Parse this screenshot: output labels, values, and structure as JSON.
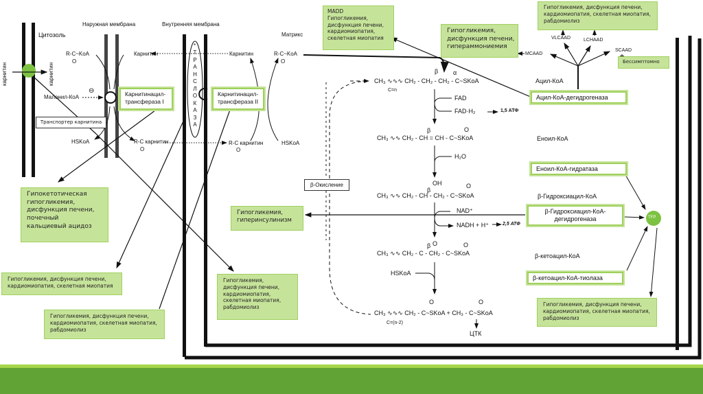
{
  "labels": {
    "cytosol": "Цитозоль",
    "outer_membrane": "Наружная мембрана",
    "inner_membrane": "Внутренняя мембрана",
    "matrix": "Матрикс",
    "carnitine_left_out": "карнитин",
    "carnitine_left_in": "карнитин",
    "acyl_coa_cyto": "R-C~KoA",
    "acyl_coa_cyto_o": "O",
    "carnitine_cyto": "Карнитин",
    "malonyl_coa": "Малонил-КоА",
    "inhibit_sign": "⊖",
    "transporter": "Транспортер карнитина",
    "hskoa_cyto": "HSKoA",
    "acylcarnitine_cyto": "R-C карнитин",
    "acylcarnitine_cyto_o": "O",
    "translocase": "ТРАНСЛОКАЗА",
    "translocase_star": "*",
    "carnitine_matrix": "Карнитин",
    "acyl_coa_matrix": "R-C~KoA",
    "acyl_coa_matrix_o": "O",
    "acylcarnitine_matrix": "R-C карнитин",
    "acylcarnitine_matrix_o": "O",
    "hskoa_matrix": "HSKoA",
    "beta_oxidation": "β-Окисление"
  },
  "enzymes": {
    "cpt1": [
      "Карнитинацил-",
      "трансфераза I"
    ],
    "cpt2": [
      "Карнитинацил-",
      "трансфераза II"
    ],
    "acyl_dh": "Ацил-КоА-дегидрогеназа",
    "enoyl_hydratase": "Еноил-КоА-гидратаза",
    "hydroxyacyl_dh": [
      "β-Гидроксиацил-КоА-",
      "дегидрогеназа"
    ],
    "thiolase": "β-кетоацил-КоА-тиолаза",
    "tfp": "TFP"
  },
  "intermediates": {
    "acyl_coa": "Ацил-КоА",
    "enoyl_coa": "Еноил-КоА",
    "hydroxyacyl_coa": "β-Гидроксиацил-КоА",
    "ketoacyl_coa": "β-кетоацил-КоА"
  },
  "dehydrogenase_variants": {
    "vlcaad": "VLCAAD",
    "lchaad": "LCHAAD",
    "mcaad": "MCAAD",
    "scaad": "SCAAD",
    "asymptomatic": "Бессимптомно"
  },
  "reactions": {
    "step1": {
      "beta": "β",
      "alpha": "α",
      "formula": "CH₃ ∿∿∿ CH₂ - CH₂ - CH₂ - C~SKoA",
      "chain": "C=n"
    },
    "fad": "FAD",
    "fadh2": "FAD·H₂",
    "fad_atp": "1,5 АТФ",
    "step2": {
      "beta": "β",
      "o": "O",
      "formula": "CH₃ ∿∿ CH₂ - CH = CH - C~SKoA"
    },
    "h2o": "H₂O",
    "step3": {
      "beta": "β",
      "oh": "OH",
      "o": "O",
      "formula": "CH₃ ∿∿ CH₂ - CH - CH₂ - C~SKoA"
    },
    "nad": "NAD⁺",
    "nadh": "NADH + H⁺",
    "nad_atp": "2,5 АТФ",
    "step4": {
      "beta": "β",
      "o1": "O",
      "o2": "O",
      "formula": "CH₃ ∿∿ CH₂ - C - CH₂ - C~SKoA"
    },
    "hskoa": "HSKoA",
    "step5": {
      "o1": "O",
      "o2": "O",
      "formula": "CH₃ ∿∿∿ CH₂ - C~SKoA + CH₃ - C~SKoA",
      "chain": "C=(n-2)"
    },
    "tca": "ЦТК"
  },
  "clinical_boxes": {
    "madd": [
      "MADD",
      "Гипогликемия,",
      "дисфункция печени,",
      "кардиомиопатия,",
      "скелетная миопатия"
    ],
    "mcaad": [
      "Гипогликемия,",
      "дисфункция печени,",
      "гипераммониемия"
    ],
    "vlcaad_lchaad": [
      "Гипогликемия, дисфункция печени,",
      "кардиомиопатия, скелетная миопатия,",
      "рабдомиолиз"
    ],
    "cpt1": [
      "Гипокетотическая",
      "гипогликемия,",
      "дисфункция печени,",
      "почечный",
      "кальциевый ацидоз"
    ],
    "transporter": [
      "Гипогликемия, дисфункция печени,",
      "кардиомиопатия, скелетная миопатия"
    ],
    "cpt2": [
      "Гипогликемия, дисфункция печени,",
      "кардиомиопатия, скелетная миопатия,",
      "рабдомиолиз"
    ],
    "translocase": [
      "Гипогликемия,",
      "дисфункция печени,",
      "кардиомиопатия,",
      "скелетная миопатия,",
      "рабдомиолиз"
    ],
    "hydroxyacyl": [
      "Гипогликемия,",
      "гиперинсулинизм"
    ],
    "tfp": [
      "Гипогликемия, дисфункция печени,",
      "кардиомиопатия, скелетная миопатия,",
      "рабдомиолиз"
    ]
  },
  "colors": {
    "box_fill": "#c6e39a",
    "box_border": "#9fd05c",
    "node_green": "#7dc242",
    "footer_light": "#a6d54a",
    "footer_dark": "#62a336"
  }
}
